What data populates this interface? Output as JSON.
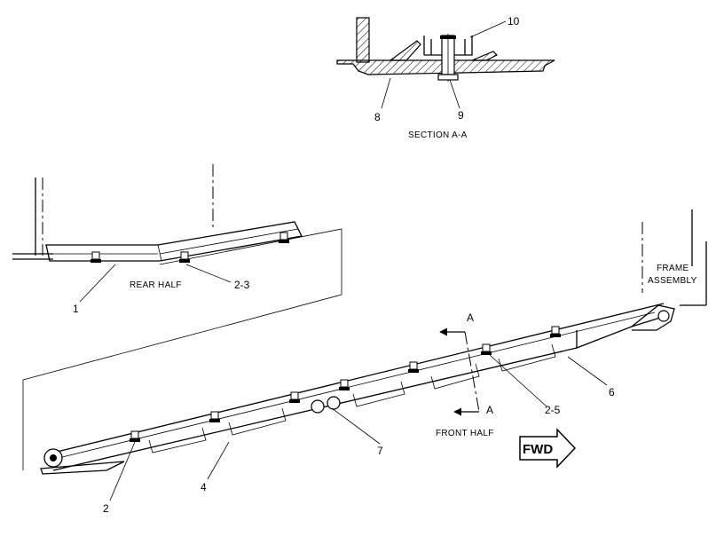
{
  "section": {
    "title": "SECTION A-A",
    "callouts": {
      "c10": "10",
      "c8": "8",
      "c9": "9"
    }
  },
  "rear": {
    "label": "REAR HALF",
    "callouts": {
      "c1": "1",
      "c23": "2-3"
    }
  },
  "front": {
    "label": "FRONT HALF",
    "frame_label_line1": "FRAME",
    "frame_label_line2": "ASSEMBLY",
    "callouts": {
      "c2": "2",
      "c4": "4",
      "c7": "7",
      "c25": "2-5",
      "c6": "6"
    },
    "section_marker": "A",
    "fwd": "FWD"
  }
}
